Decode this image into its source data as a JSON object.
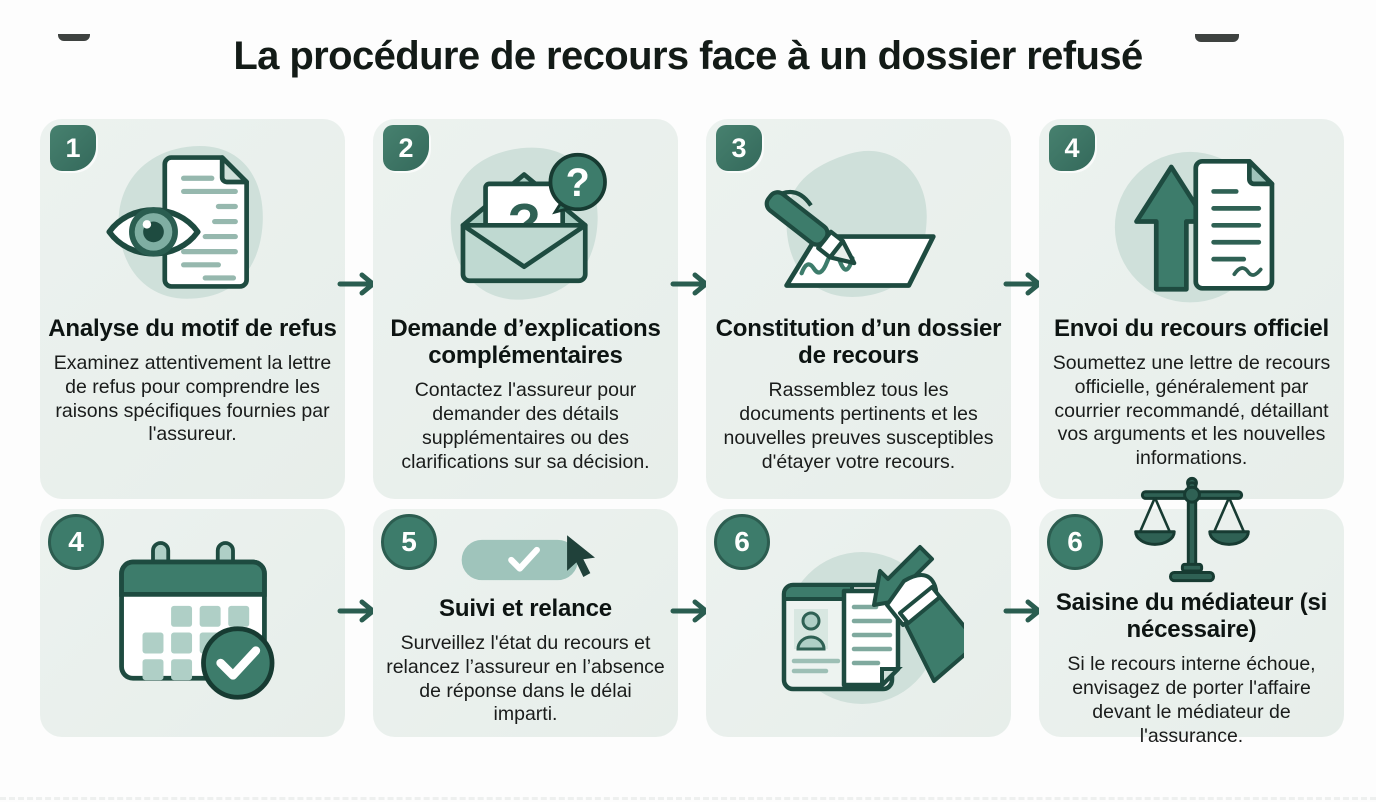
{
  "header": {
    "title": "La procédure de recours face à un dossier refusé"
  },
  "colors": {
    "accent_dark": "#2a5d50",
    "accent": "#3d7c6b",
    "accent_light": "#afcfc6",
    "blob": "#cfe0da",
    "card_background": "#e9f0ec",
    "arrow": "#2a5d50",
    "title_text": "#131b17",
    "body_text": "#1a1c1b"
  },
  "steps": [
    {
      "badge": "1",
      "badge_shape": "rounded-square",
      "icon": "eye-document-icon",
      "title": "Analyse du motif de refus",
      "description": "Examinez attentivement la lettre de refus pour comprendre les raisons spécifiques fournies par l'assureur."
    },
    {
      "badge": "2",
      "badge_shape": "rounded-square",
      "icon": "question-envelope-icon",
      "title": "Demande d’explications complémentaires",
      "description": "Contactez l'assureur pour demander des détails supplémentaires ou des clarifications sur sa décision."
    },
    {
      "badge": "3",
      "badge_shape": "rounded-square",
      "icon": "pen-signature-icon",
      "title": "Constitution d’un dossier de recours",
      "description": "Rassemblez tous les documents pertinents et les nouvelles preuves susceptibles d'étayer votre recours."
    },
    {
      "badge": "4",
      "badge_shape": "rounded-square",
      "icon": "upload-document-icon",
      "title": "Envoi du recours officiel",
      "description": "Soumettez une lettre de recours officielle, généralement par courrier recommandé, détaillant vos arguments et les nouvelles informations."
    },
    {
      "badge": "4",
      "badge_shape": "circle",
      "icon": "calendar-check-icon",
      "title": "",
      "description": ""
    },
    {
      "badge": "5",
      "badge_shape": "circle",
      "icon": "checkbox-cursor-icon",
      "title": "Suivi et relance",
      "description": "Surveillez l'état du recours et relancez l’assureur en l’absence de réponse dans le délai imparti."
    },
    {
      "badge": "6",
      "badge_shape": "circle",
      "icon": "hand-document-icon",
      "title": "",
      "description": ""
    },
    {
      "badge": "6",
      "badge_shape": "circle",
      "icon": "justice-scales-icon",
      "title": "Saisine du médiateur (si nécessaire)",
      "description": "Si le recours interne échoue, envisagez de porter l'affaire devant le médiateur de l'assurance."
    }
  ]
}
